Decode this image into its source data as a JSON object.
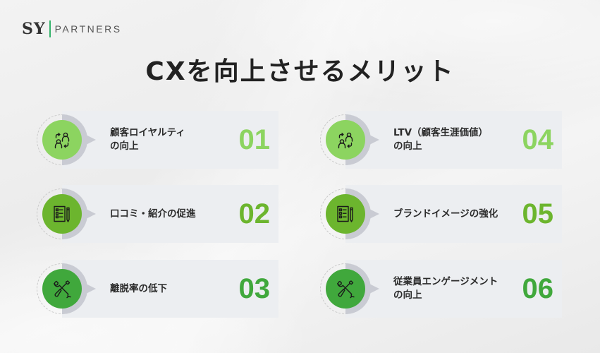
{
  "logo": {
    "mark": "SY",
    "text": "PARTNERS",
    "bar_color": "#34b36a"
  },
  "title": "CXを向上させるメリット",
  "colors": {
    "green_light": "#8cd460",
    "green_mid": "#6cb52e",
    "green_dark": "#40a83c"
  },
  "items": [
    {
      "label": "顧客ロイヤルティ\nの向上",
      "number": "01",
      "icon": "customer-exchange-icon",
      "color": "#8cd460"
    },
    {
      "label": "口コミ・紹介の促進",
      "number": "02",
      "icon": "checklist-pencil-icon",
      "color": "#6cb52e"
    },
    {
      "label": "離脱率の低下",
      "number": "03",
      "icon": "wrench-screwdriver-icon",
      "color": "#40a83c"
    },
    {
      "label": "LTV（顧客生涯価値）\nの向上",
      "number": "04",
      "icon": "customer-exchange-icon",
      "color": "#8cd460"
    },
    {
      "label": "ブランドイメージの強化",
      "number": "05",
      "icon": "checklist-pencil-icon",
      "color": "#6cb52e"
    },
    {
      "label": "従業員エンゲージメント\nの向上",
      "number": "06",
      "icon": "wrench-screwdriver-icon",
      "color": "#40a83c"
    }
  ]
}
